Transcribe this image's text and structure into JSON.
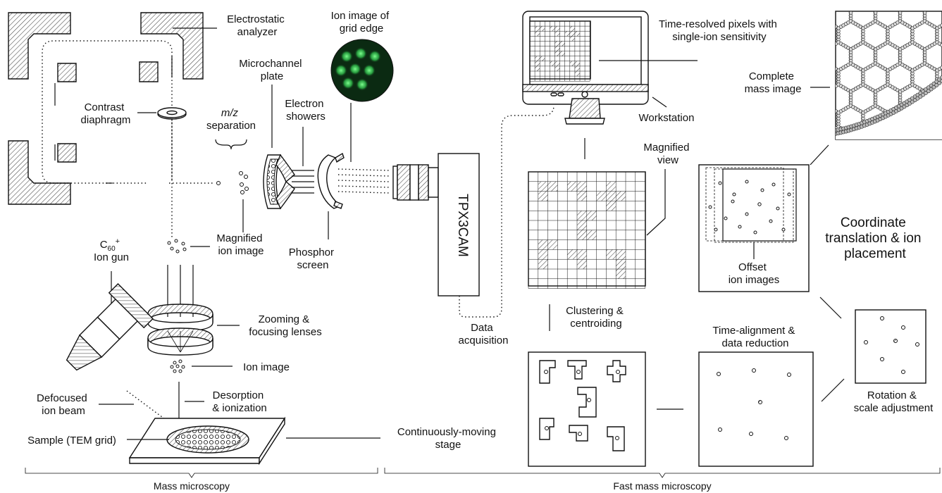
{
  "labels": {
    "electrostatic_analyzer": [
      "Electrostatic",
      "analyzer"
    ],
    "ion_image_grid_edge": [
      "Ion image of",
      "grid edge"
    ],
    "microchannel_plate": [
      "Microchannel",
      "plate"
    ],
    "contrast_diaphragm": [
      "Contrast",
      "diaphragm"
    ],
    "mz_separation": [
      "m/z",
      "separation"
    ],
    "electron_showers": [
      "Electron",
      "showers"
    ],
    "magnified_ion_image": [
      "Magnified",
      "ion image"
    ],
    "phosphor_screen": [
      "Phosphor",
      "screen"
    ],
    "ion_gun": [
      "C60+",
      "Ion gun"
    ],
    "zooming_focusing": [
      "Zooming &",
      "focusing lenses"
    ],
    "ion_image": "Ion image",
    "desorption": [
      "Desorption",
      "& ionization"
    ],
    "defocused_beam": [
      "Defocused",
      "ion beam"
    ],
    "sample": "Sample (TEM grid)",
    "stage": [
      "Continuously-moving",
      "stage"
    ],
    "camera": "TPX3CAM",
    "data_acquisition": [
      "Data",
      "acquisition"
    ],
    "time_resolved": [
      "Time-resolved pixels with",
      "single-ion sensitivity"
    ],
    "workstation": "Workstation",
    "magnified_view": [
      "Magnified",
      "view"
    ],
    "clustering": [
      "Clustering &",
      "centroiding"
    ],
    "time_alignment": [
      "Time-alignment &",
      "data reduction"
    ],
    "complete_mass_image": [
      "Complete",
      "mass image"
    ],
    "coordinate_translation": [
      "Coordinate",
      "translation & ion",
      "placement"
    ],
    "offset_ion_images": [
      "Offset",
      "ion images"
    ],
    "rotation_scale": [
      "Rotation &",
      "scale adjustment"
    ]
  },
  "sections": {
    "left": "Mass microscopy",
    "right": "Fast mass microscopy"
  },
  "colors": {
    "ink": "#111111",
    "hatch": "#555555",
    "phosphor_bg": "#0b2a12",
    "phosphor_glow": "#3fd45a"
  }
}
